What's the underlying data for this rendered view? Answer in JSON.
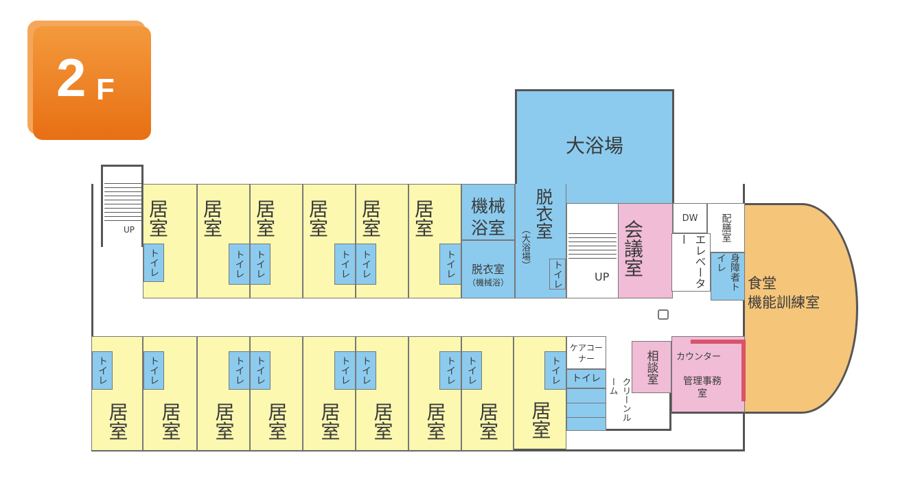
{
  "floor": {
    "number": "2",
    "suffix": "F"
  },
  "rooms": {
    "resident": "居室",
    "toilet": "トイレ",
    "machine_bath": "機械浴室",
    "changing_big": "脱衣室",
    "changing_big_note": "（大浴場）",
    "changing_machine": "脱衣室",
    "changing_machine_note": "（機械浴）",
    "big_bath": "大浴場",
    "meeting": "会議室",
    "dw": "DW",
    "pantry": "配膳室",
    "elevator": "エレベーター",
    "accessible_toilet": "身障者トイレ",
    "dining": "食堂",
    "training": "機能訓練室",
    "care_corner": "ケアコーナー",
    "clean_room": "クリーンルーム",
    "consult": "相談室",
    "counter": "カウンター",
    "office": "管理事務室",
    "up": "UP"
  },
  "colors": {
    "resident": "#fcf8b0",
    "water": "#8ccbee",
    "staff": "#f0bcd6",
    "dining": "#f5c57a",
    "badge": "#e86f14",
    "counter": "#d9536a"
  }
}
